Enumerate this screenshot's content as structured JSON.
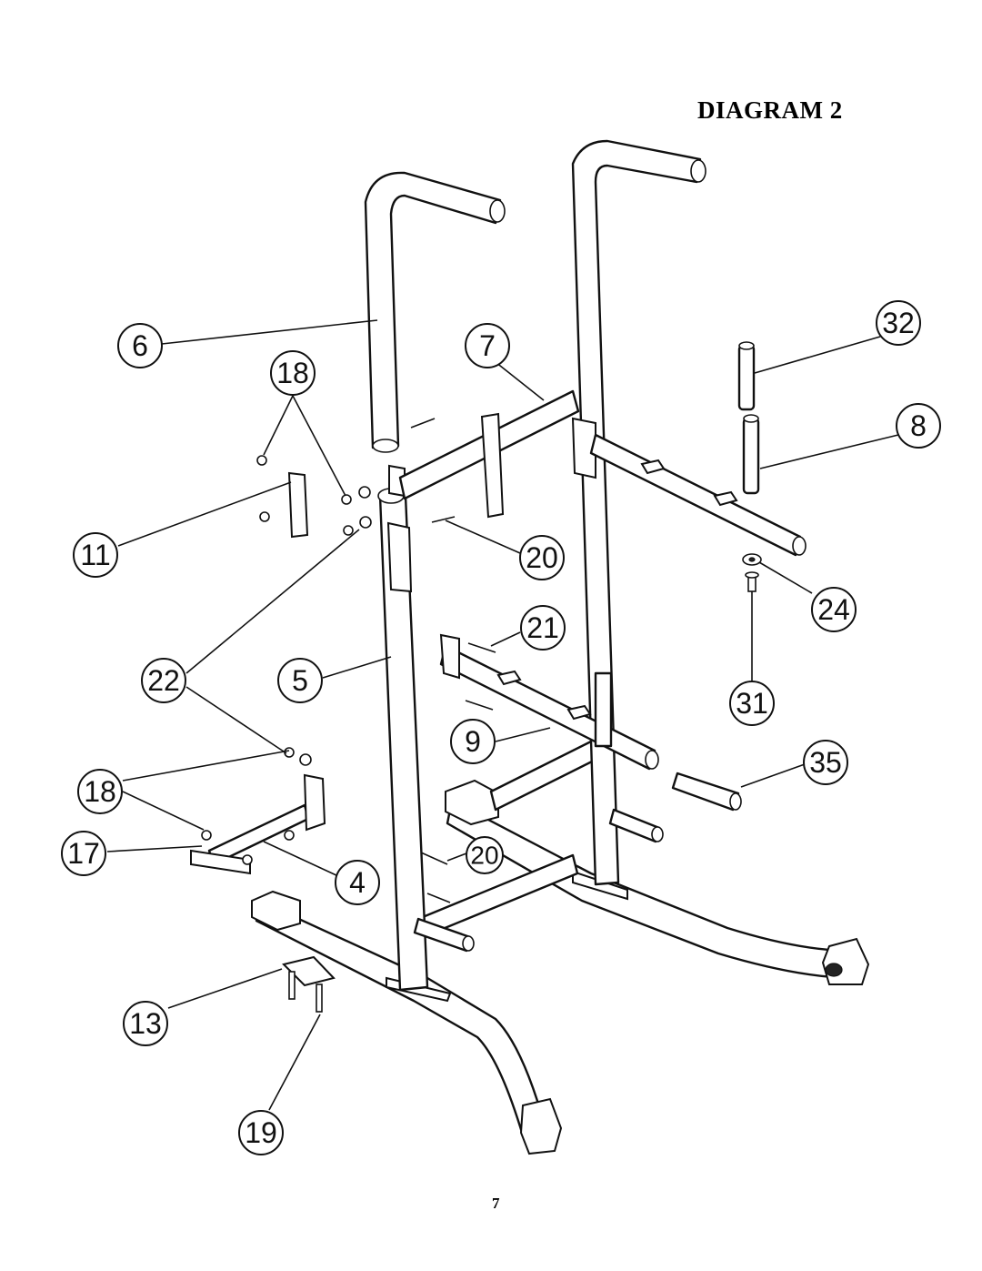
{
  "title": "DIAGRAM 2",
  "page_number": "7",
  "callouts": [
    {
      "id": "6"
    },
    {
      "id": "18a"
    },
    {
      "id": "7"
    },
    {
      "id": "32"
    },
    {
      "id": "8"
    },
    {
      "id": "11"
    },
    {
      "id": "20a"
    },
    {
      "id": "24"
    },
    {
      "id": "21"
    },
    {
      "id": "22"
    },
    {
      "id": "5"
    },
    {
      "id": "31"
    },
    {
      "id": "9"
    },
    {
      "id": "35"
    },
    {
      "id": "18b"
    },
    {
      "id": "17"
    },
    {
      "id": "20b"
    },
    {
      "id": "4"
    },
    {
      "id": "13"
    },
    {
      "id": "19"
    }
  ],
  "labels": {
    "6": "6",
    "18a": "18",
    "7": "7",
    "32": "32",
    "8": "8",
    "11": "11",
    "20a": "20",
    "24": "24",
    "21": "21",
    "22": "22",
    "5": "5",
    "31": "31",
    "9": "9",
    "35": "35",
    "18b": "18",
    "17": "17",
    "20b": "20",
    "4": "4",
    "13": "13",
    "19": "19"
  }
}
